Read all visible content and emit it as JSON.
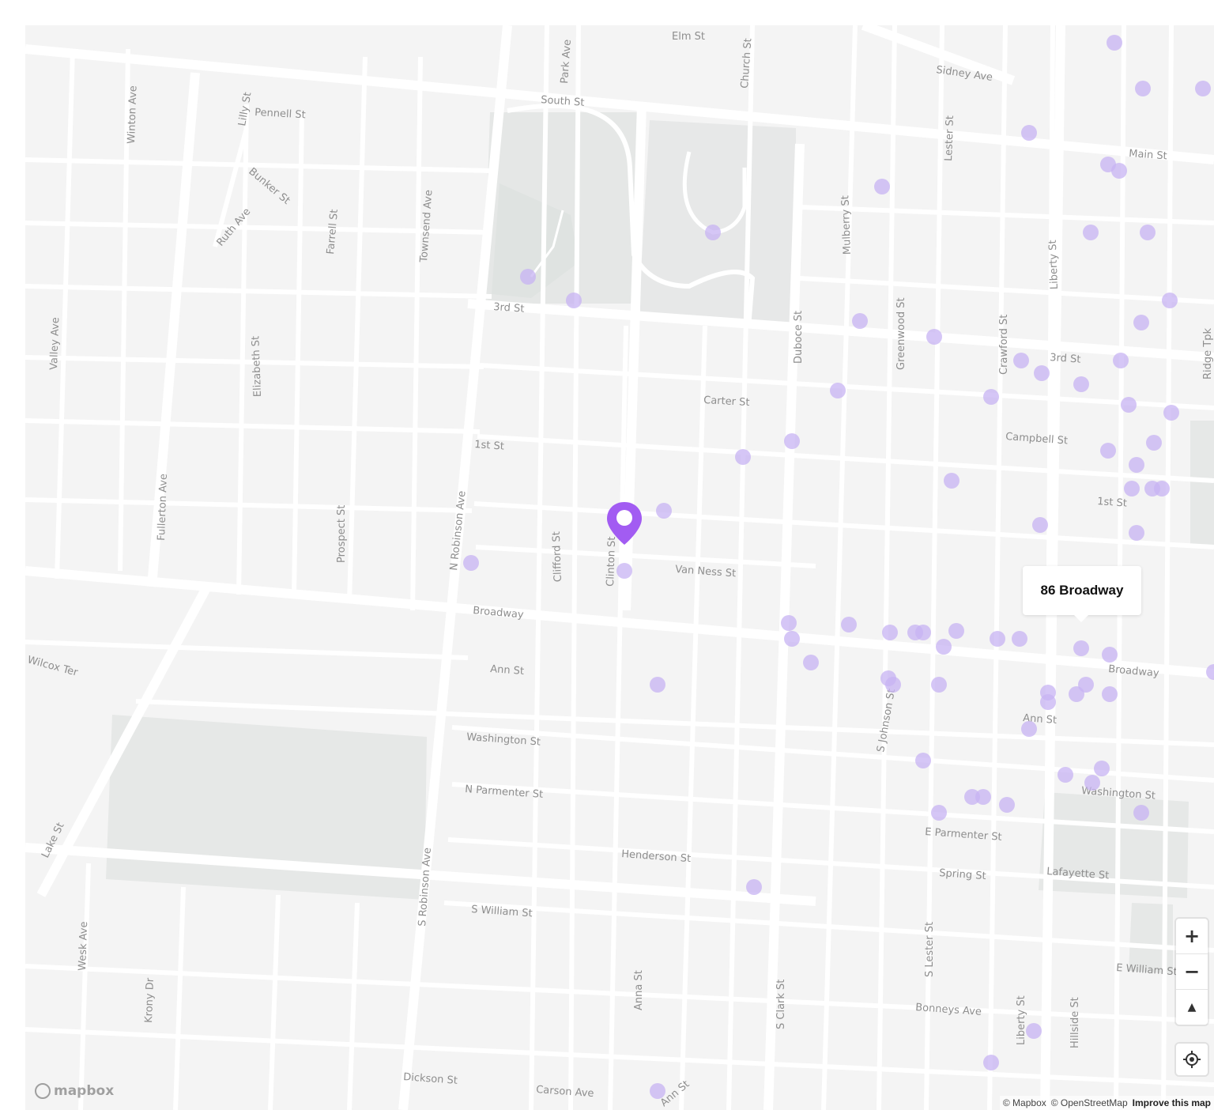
{
  "popup": {
    "address": "86 Broadway"
  },
  "controls": {
    "zoom_in": "+",
    "zoom_out": "−",
    "compass": "▲",
    "locate_icon": "locate-icon"
  },
  "logo": {
    "text": "mapbox"
  },
  "attribution": {
    "mapbox": "© Mapbox",
    "osm": "© OpenStreetMap",
    "improve": "Improve this map"
  },
  "colors": {
    "background": "#f4f4f4",
    "road": "#ffffff",
    "park": "#e4e6e5",
    "cluster_dot": "#c7b3f3",
    "marker": "#a25cf2"
  },
  "streets": [
    {
      "name": "Elm St"
    },
    {
      "name": "Sidney Ave"
    },
    {
      "name": "South St"
    },
    {
      "name": "Pennell St"
    },
    {
      "name": "Lilly St"
    },
    {
      "name": "Winton Ave"
    },
    {
      "name": "Bunker St"
    },
    {
      "name": "Ruth Ave"
    },
    {
      "name": "Farrell St"
    },
    {
      "name": "Townsend Ave"
    },
    {
      "name": "Park Ave"
    },
    {
      "name": "Church St"
    },
    {
      "name": "Main St"
    },
    {
      "name": "Lester St"
    },
    {
      "name": "Liberty St"
    },
    {
      "name": "Mulberry St"
    },
    {
      "name": "3rd St"
    },
    {
      "name": "Elizabeth St"
    },
    {
      "name": "Valley Ave"
    },
    {
      "name": "Duboce St"
    },
    {
      "name": "Greenwood St"
    },
    {
      "name": "Crawford St"
    },
    {
      "name": "Carter St"
    },
    {
      "name": "Campbell St"
    },
    {
      "name": "1st St"
    },
    {
      "name": "Fullerton Ave"
    },
    {
      "name": "Prospect St"
    },
    {
      "name": "N Robinson Ave"
    },
    {
      "name": "Clifford St"
    },
    {
      "name": "Clinton St"
    },
    {
      "name": "Van Ness St"
    },
    {
      "name": "Broadway"
    },
    {
      "name": "Ridge Tpk"
    },
    {
      "name": "Ann St"
    },
    {
      "name": "S Johnson St"
    },
    {
      "name": "Wilcox Ter"
    },
    {
      "name": "Washington St"
    },
    {
      "name": "N Parmenter St"
    },
    {
      "name": "Lake St"
    },
    {
      "name": "S Robinson Ave"
    },
    {
      "name": "Henderson St"
    },
    {
      "name": "E Parmenter St"
    },
    {
      "name": "Spring St"
    },
    {
      "name": "Lafayette St"
    },
    {
      "name": "S William St"
    },
    {
      "name": "E William St"
    },
    {
      "name": "S Lester St"
    },
    {
      "name": "Wesk Ave"
    },
    {
      "name": "Krony Dr"
    },
    {
      "name": "Anna St"
    },
    {
      "name": "S Clark St"
    },
    {
      "name": "Bonneys Ave"
    },
    {
      "name": "Liberty St"
    },
    {
      "name": "Hillside St"
    },
    {
      "name": "Dickson St"
    },
    {
      "name": "Carson Ave"
    },
    {
      "name": "Ann St"
    }
  ]
}
